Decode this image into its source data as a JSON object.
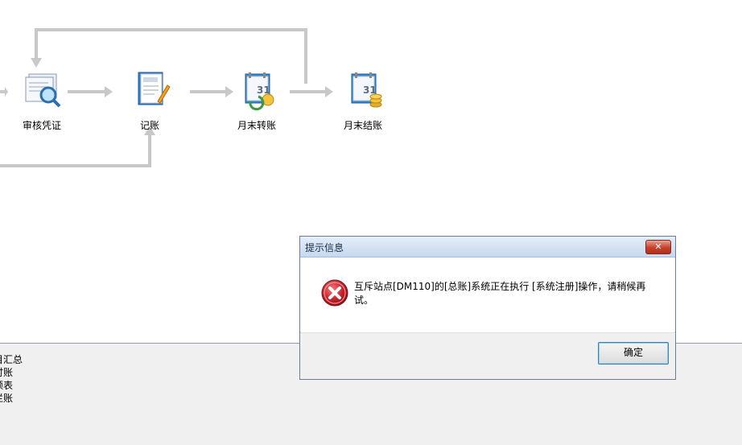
{
  "flow": {
    "nodes": [
      {
        "label": "审核凭证",
        "icon": "audit-voucher-icon"
      },
      {
        "label": "记账",
        "icon": "bookkeeping-icon"
      },
      {
        "label": "月末转账",
        "icon": "month-end-transfer-icon"
      },
      {
        "label": "月末结账",
        "icon": "month-end-close-icon"
      }
    ]
  },
  "left_menu": {
    "items": [
      "目汇总",
      "时账",
      "额表",
      "栏账"
    ]
  },
  "dialog": {
    "title": "提示信息",
    "close_label": "✕",
    "icon": "error-icon",
    "message": "互斥站点[DM110]的[总账]系统正在执行 [系统注册]操作，请稍候再试。",
    "ok_label": "确定"
  },
  "colors": {
    "arrow": "#c8c8c8",
    "panel": "#f0f0f0",
    "error_red": "#c8202a",
    "title_gradient_top": "#e5eefa"
  }
}
